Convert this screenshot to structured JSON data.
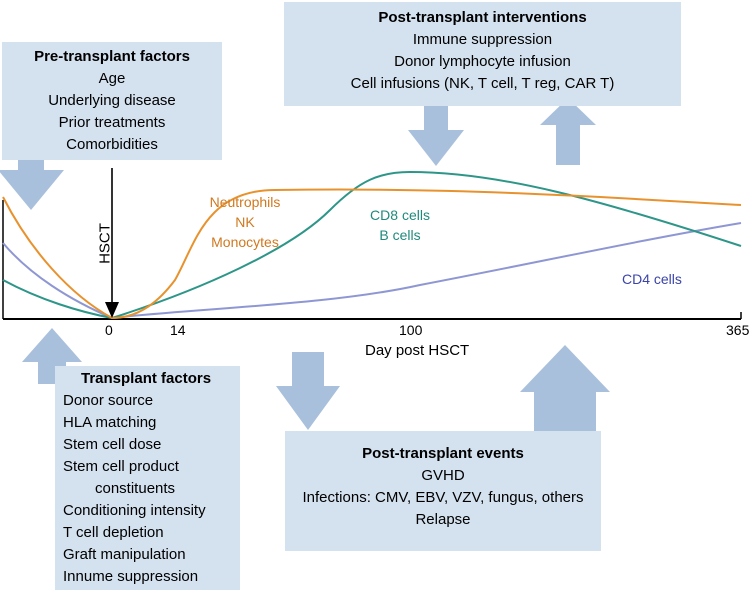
{
  "pre_transplant": {
    "title": "Pre-transplant factors",
    "items": [
      "Age",
      "Underlying disease",
      "Prior treatments",
      "Comorbidities"
    ]
  },
  "post_transplant_interventions": {
    "title": "Post-transplant interventions",
    "items": [
      "Immune suppression",
      "Donor lymphocyte infusion",
      "Cell infusions (NK, T cell, T reg, CAR T)"
    ]
  },
  "transplant_factors": {
    "title": "Transplant factors",
    "items": [
      "Donor source",
      "HLA matching",
      "Stem cell dose",
      "Stem cell product",
      "constituents",
      "Conditioning intensity",
      "T cell depletion",
      "Graft manipulation",
      "Innume suppression"
    ]
  },
  "post_transplant_events": {
    "title": "Post-transplant events",
    "items": [
      "GVHD",
      "Infections: CMV, EBV, VZV, fungus, others",
      "Relapse"
    ]
  },
  "axis": {
    "xlabel": "Day post HSCT",
    "ticks": [
      "0",
      "14",
      "100",
      "365"
    ],
    "event_label": "HSCT"
  },
  "curve_labels": {
    "orange": [
      "Neutrophils",
      "NK",
      "Monocytes"
    ],
    "teal": [
      "CD8 cells",
      "B cells"
    ],
    "purple": "CD4 cells"
  },
  "colors": {
    "box": "#d4e1ef",
    "arrow": "#a9c0dc",
    "orange": "#e8922e",
    "teal": "#2d9688",
    "purple": "#8e97d3",
    "purple_label": "#3b44a8",
    "orange_label": "#d0791f",
    "teal_label": "#1f8a7c"
  }
}
